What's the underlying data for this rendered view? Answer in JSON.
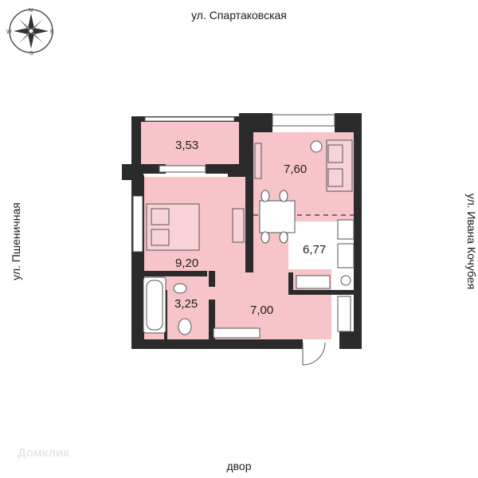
{
  "streets": {
    "top": "ул. Спартаковская",
    "left": "ул. Пшеничная",
    "right": "ул. Ивана Кочубея",
    "bottom": "двор"
  },
  "compass": {
    "north": "N",
    "east": "E",
    "south": "S",
    "west": "W"
  },
  "rooms": {
    "balcony": "3,53",
    "kitchen_living": "7,60",
    "bedroom": "9,20",
    "kitchen": "6,77",
    "bathroom": "3,25",
    "hallway": "7,00"
  },
  "watermark": "Домклик",
  "colors": {
    "room_fill": "#f6c4c9",
    "wall": "#2b2b2b",
    "line": "#3a3a3a"
  }
}
